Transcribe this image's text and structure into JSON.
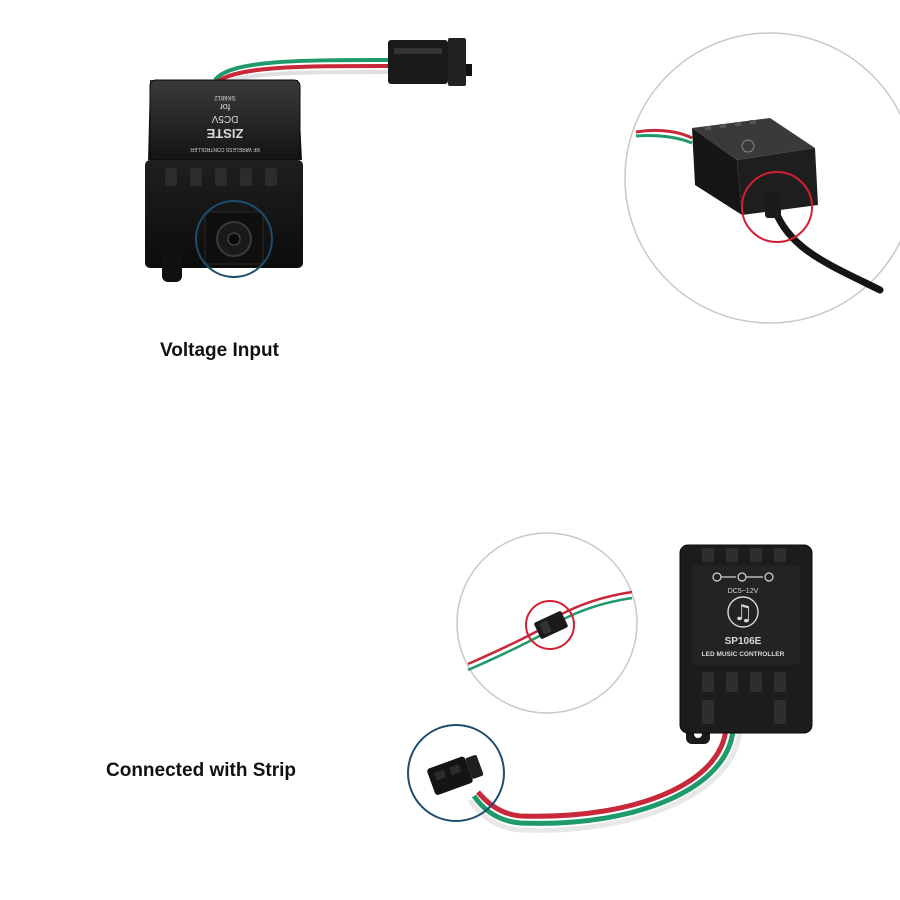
{
  "captions": {
    "voltage_input": "Voltage Input",
    "connected_with_strip": "Connected with Strip"
  },
  "controller_top": {
    "line1": "RF WIRELESS CONTROLLER",
    "line2": "ZISTE",
    "line3": "DC5V",
    "line4": "for",
    "line5": "SK6812"
  },
  "controller_bottom": {
    "voltage": "DC5~12V",
    "model": "SP106E",
    "description": "LED MUSIC CONTROLLER"
  },
  "colors": {
    "circle_blue": "#1d4e6e",
    "circle_red": "#d22030",
    "circle_gray": "#c8c8c8",
    "wire_red": "#c8283a",
    "wire_green": "#1f9a6a",
    "wire_white": "#e8e8e8",
    "housing": "#1e1e1e"
  }
}
